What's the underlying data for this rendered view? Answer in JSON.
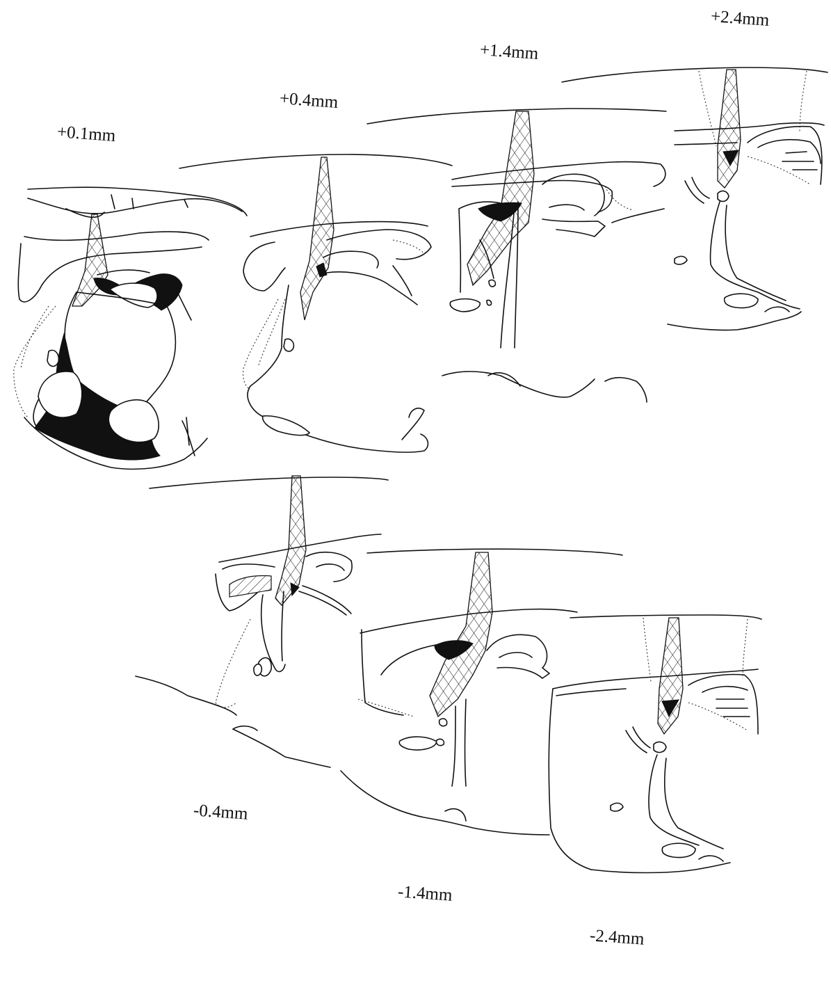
{
  "figure": {
    "sections": [
      {
        "id": "s1",
        "label": "+0.1mm"
      },
      {
        "id": "s2",
        "label": "+0.4mm"
      },
      {
        "id": "s3",
        "label": "+1.4mm"
      },
      {
        "id": "s4",
        "label": "+2.4mm"
      },
      {
        "id": "s5",
        "label": "-0.4mm"
      },
      {
        "id": "s6",
        "label": "-1.4mm"
      },
      {
        "id": "s7",
        "label": "-2.4mm"
      }
    ]
  },
  "colors": {
    "ink": "#111111",
    "paper": "#ffffff"
  }
}
